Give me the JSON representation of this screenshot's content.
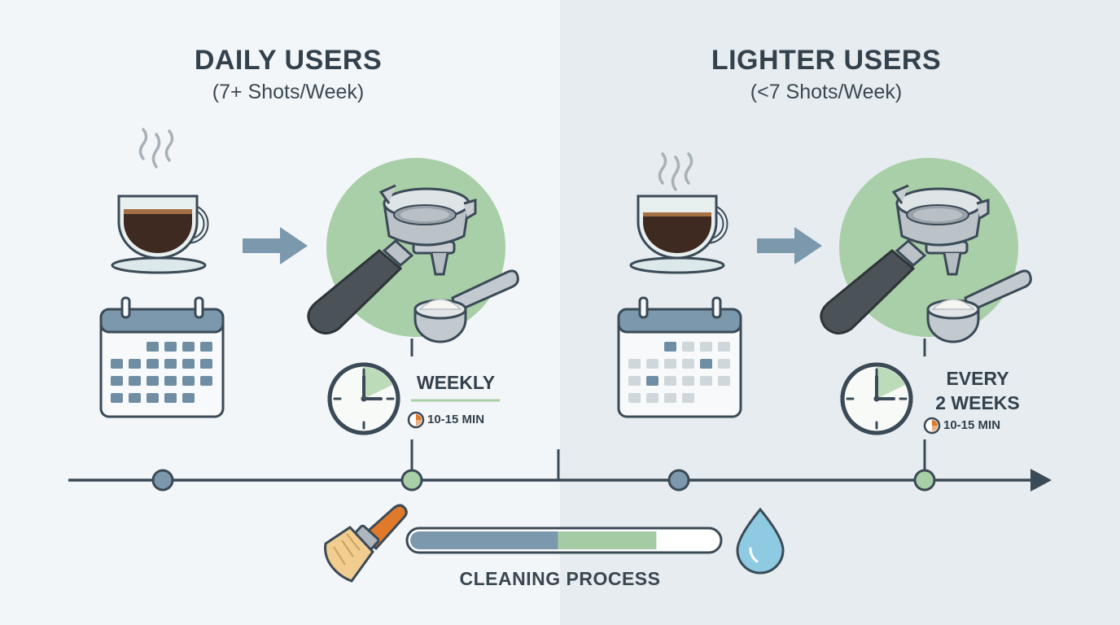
{
  "sections": [
    {
      "title": "DAILY USERS",
      "subtitle": "(7+ Shots/Week)",
      "frequency_lines": [
        "WEEKLY"
      ],
      "duration": "10-15 MIN"
    },
    {
      "title": "LIGHTER USERS",
      "subtitle": "(<7 Shots/Week)",
      "frequency_lines": [
        "EVERY",
        "2 WEEKS"
      ],
      "duration": "10-15 MIN"
    }
  ],
  "process": {
    "label": "CLEANING PROCESS",
    "stages": [
      {
        "fraction": 0.48,
        "color": "#7b98ad"
      },
      {
        "fraction": 0.32,
        "color": "#a4cba4"
      }
    ]
  },
  "icons": [
    "coffee-cup-icon",
    "arrow-right-icon",
    "portafilter-icon",
    "measuring-scoop-icon",
    "calendar-icon",
    "clock-icon",
    "timer-icon",
    "brush-icon",
    "water-drop-icon"
  ],
  "colors": {
    "accent_green": "#a9cfa8",
    "slate": "#3b4a57",
    "steel_blue": "#7b98ad",
    "orange": "#e07a2a",
    "water": "#8ecbe3"
  }
}
